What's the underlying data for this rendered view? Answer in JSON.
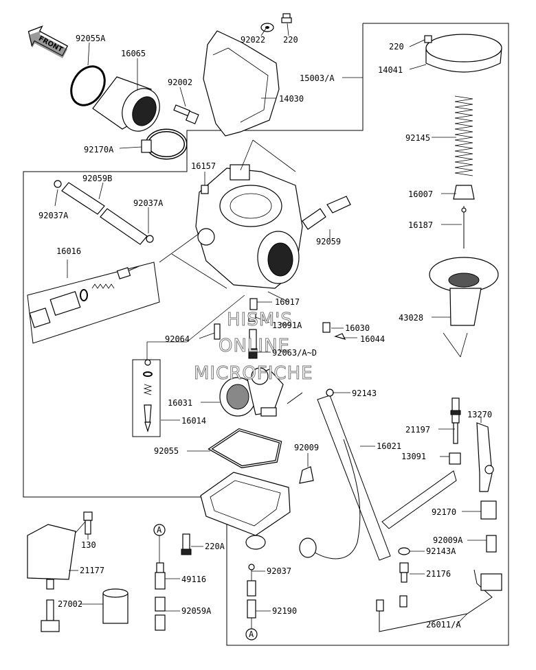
{
  "diagram": {
    "front_label": "FRONT",
    "watermark": [
      "HISM'S",
      "ONLINE",
      "MICROFICHE"
    ],
    "marker_a": "A",
    "parts": {
      "p92055A": "92055A",
      "p16065": "16065",
      "p92002": "92002",
      "p92022": "92022",
      "p220_top": "220",
      "p14030": "14030",
      "p92170A": "92170A",
      "p15003A": "15003/A",
      "p220_right": "220",
      "p14041": "14041",
      "p92145": "92145",
      "p16007": "16007",
      "p16187": "16187",
      "p43028": "43028",
      "p16157": "16157",
      "p92059B": "92059B",
      "p92037A_left": "92037A",
      "p92037A_mid": "92037A",
      "p92059": "92059",
      "p16016": "16016",
      "p16017": "16017",
      "p13091A": "13091A",
      "p16030": "16030",
      "p16044": "16044",
      "p92064": "92064",
      "p92063": "92063/A~D",
      "p16031": "16031",
      "p16014": "16014",
      "p92143": "92143",
      "p92055": "92055",
      "p92009": "92009",
      "p16021": "16021",
      "p21197": "21197",
      "p13270": "13270",
      "p13091": "13091",
      "p92170": "92170",
      "p92009A": "92009A",
      "p92143A": "92143A",
      "p21176": "21176",
      "p26011A": "26011/A",
      "p130": "130",
      "p21177": "21177",
      "p27002": "27002",
      "p49116": "49116",
      "p92059A": "92059A",
      "p220A": "220A",
      "p92037": "92037",
      "p92190": "92190"
    }
  }
}
